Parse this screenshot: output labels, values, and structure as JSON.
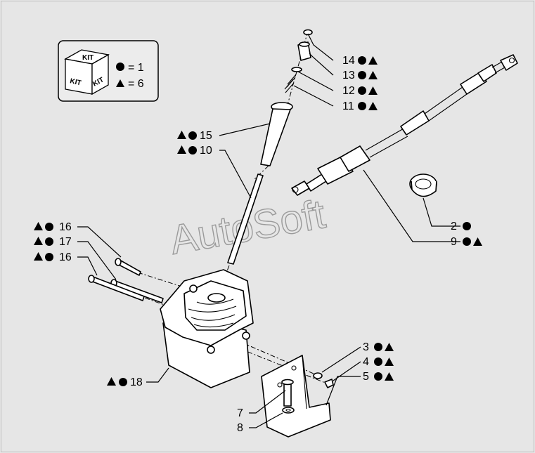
{
  "watermark": "AutoSoft",
  "kit_legend": {
    "kit_labels": [
      "KIT",
      "KIT",
      "KIT"
    ],
    "circle_text": "= 1",
    "triangle_text": "= 6"
  },
  "callouts": [
    {
      "number": "14",
      "symbols": [
        "circle",
        "triangle"
      ]
    },
    {
      "number": "13",
      "symbols": [
        "circle",
        "triangle"
      ]
    },
    {
      "number": "12",
      "symbols": [
        "circle",
        "triangle"
      ]
    },
    {
      "number": "11",
      "symbols": [
        "circle",
        "triangle"
      ]
    },
    {
      "number": "15",
      "symbols": [
        "triangle",
        "circle"
      ]
    },
    {
      "number": "10",
      "symbols": [
        "triangle",
        "circle"
      ]
    },
    {
      "number": "2",
      "symbols": [
        "circle"
      ]
    },
    {
      "number": "9",
      "symbols": [
        "circle",
        "triangle"
      ]
    },
    {
      "number": "16",
      "symbols": [
        "triangle",
        "circle"
      ]
    },
    {
      "number": "17",
      "symbols": [
        "triangle",
        "circle"
      ]
    },
    {
      "number": "16",
      "symbols": [
        "triangle",
        "circle"
      ]
    },
    {
      "number": "3",
      "symbols": [
        "circle",
        "triangle"
      ]
    },
    {
      "number": "4",
      "symbols": [
        "circle",
        "triangle"
      ]
    },
    {
      "number": "5",
      "symbols": [
        "circle",
        "triangle"
      ]
    },
    {
      "number": "18",
      "symbols": [
        "triangle",
        "circle"
      ]
    },
    {
      "number": "7",
      "symbols": []
    },
    {
      "number": "8",
      "symbols": []
    }
  ]
}
